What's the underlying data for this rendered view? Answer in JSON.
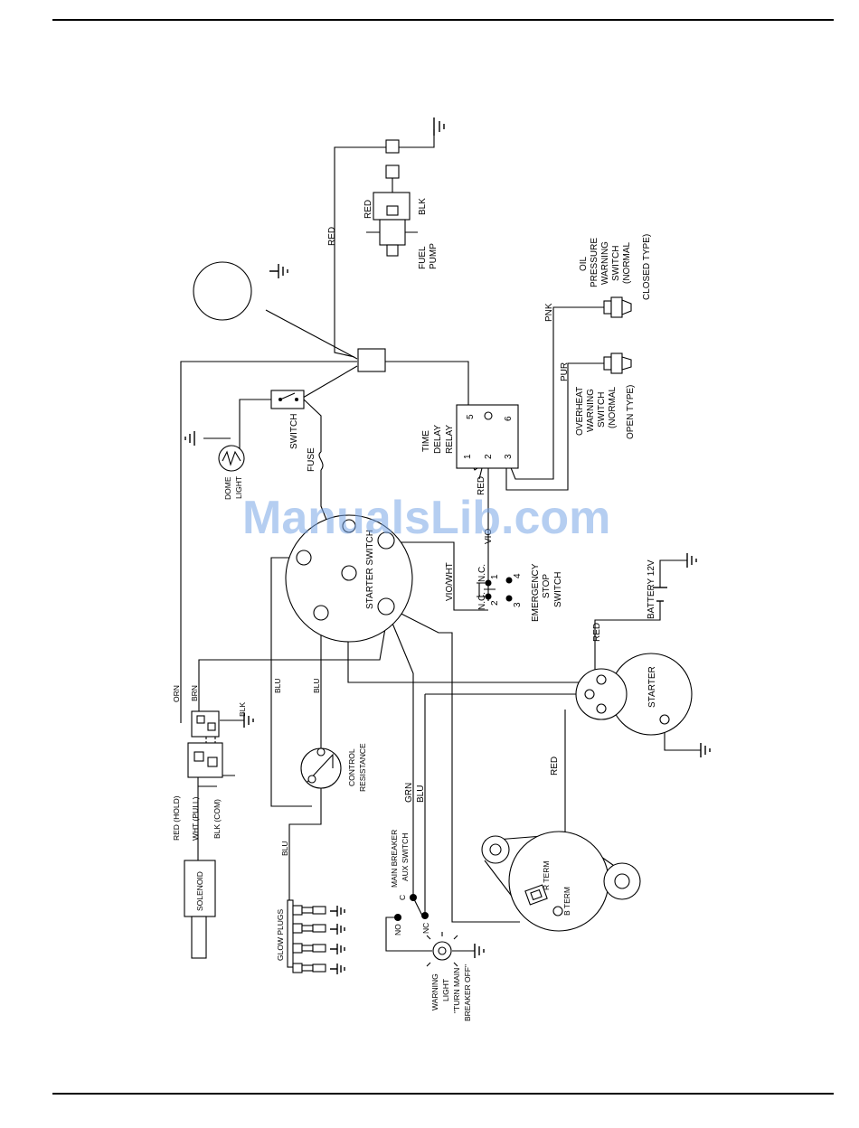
{
  "watermark": "ManualsLib.com",
  "labels": {
    "fuel_pump_red": "RED",
    "fuel_pump_blk": "BLK",
    "fuel_pump_l1": "FUEL",
    "fuel_pump_l2": "PUMP",
    "red_to_pump": "RED",
    "oil_l1": "OIL",
    "oil_l2": "PRESSURE",
    "oil_l3": "WARNING",
    "oil_l4": "SWITCH",
    "oil_l5": "(NORMAL",
    "oil_l6": "CLOSED TYPE)",
    "pnk": "PNK",
    "pur": "PUR",
    "over_l1": "OVERHEAT",
    "over_l2": "WARNING",
    "over_l3": "SWITCH",
    "over_l4": "(NORMAL",
    "over_l5": "OPEN TYPE)",
    "tdr_l1": "TIME",
    "tdr_l2": "DELAY",
    "tdr_l3": "RELAY",
    "tdr_t1": "1",
    "tdr_t2": "2",
    "tdr_t3": "3",
    "tdr_t5": "5",
    "tdr_t6": "6",
    "red_tdr": "RED",
    "vio": "VIO",
    "vio_wht": "VIO/WHT",
    "switch": "SWITCH",
    "fuse": "FUSE",
    "dome_l1": "DOME",
    "dome_l2": "LIGHT",
    "starter_switch": "STARTER SWITCH",
    "nc_top": "N.C.",
    "nc_bot": "N.C.",
    "es_1": "1",
    "es_2": "2",
    "es_3": "3",
    "es_4": "4",
    "es_l1": "EMERGENCY",
    "es_l2": "STOP",
    "es_l3": "SWITCH",
    "battery": "BATTERY 12V",
    "red_batt": "RED",
    "starter": "STARTER",
    "orn": "ORN",
    "brn": "BRN",
    "blk_sol": "BLK",
    "blu1": "BLU",
    "blu2": "BLU",
    "blu3": "BLU",
    "control_l1": "CONTROL",
    "control_l2": "RESISTANCE",
    "red_hold": "RED (HOLD)",
    "wht_pull": "WHT (PULL)",
    "blk_com": "BLK (COM)",
    "solenoid": "SOLENOID",
    "grn": "GRN",
    "blu_main": "BLU",
    "red_alt": "RED",
    "glow": "GLOW PLUGS",
    "mb_l1": "MAIN BREAKER",
    "mb_l2": "AUX SWITCH",
    "mb_c": "C",
    "mb_no": "NO",
    "mb_nc": "NC",
    "wl_l1": "WARNING",
    "wl_l2": "LIGHT",
    "wl_l3": "\"TURN MAIN",
    "wl_l4": "BREAKER OFF\"",
    "r_term": "R TERM",
    "b_term": "B TERM"
  }
}
